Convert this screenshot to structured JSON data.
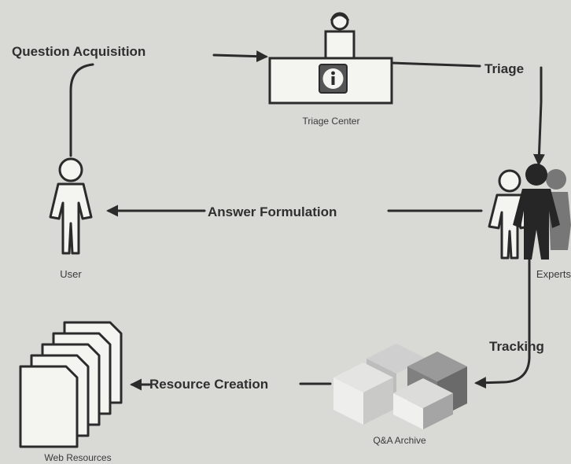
{
  "edges": {
    "question_acquisition": "Question Acquisition",
    "triage": "Triage",
    "answer_formulation": "Answer Formulation",
    "tracking": "Tracking",
    "resource_creation": "Resource Creation"
  },
  "nodes": {
    "triage_center": "Triage Center",
    "user": "User",
    "experts": "Experts",
    "qa_archive": "Q&A Archive",
    "web_resources": "Web Resources"
  },
  "colors": {
    "background": "#d9d9d6",
    "ink": "#2b2b2b"
  }
}
